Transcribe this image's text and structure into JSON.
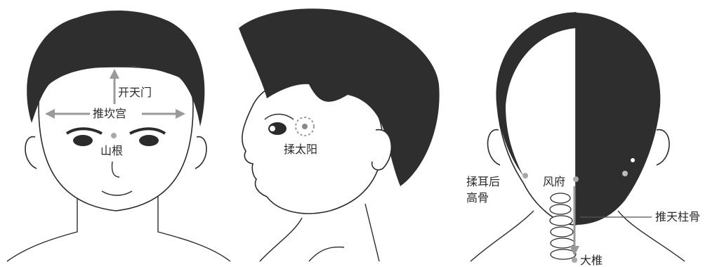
{
  "panels": {
    "front": {
      "labels": {
        "kai_tian_men": "开天门",
        "tui_kan_gong": "推坎宫",
        "shan_gen": "山根"
      }
    },
    "side": {
      "labels": {
        "rou_tai_yang": "揉太阳"
      }
    },
    "back": {
      "labels": {
        "rou_er_hou_line1": "揉耳后",
        "rou_er_hou_line2": "高骨",
        "feng_fu": "风府",
        "tui_tian_zhu_gu": "推天柱骨",
        "da_zhui": "大椎"
      }
    }
  },
  "colors": {
    "hair": "#2e2e2e",
    "outline": "#2b2b2b",
    "marker": "#a8a8a8",
    "arrow": "#9a9a9a"
  }
}
